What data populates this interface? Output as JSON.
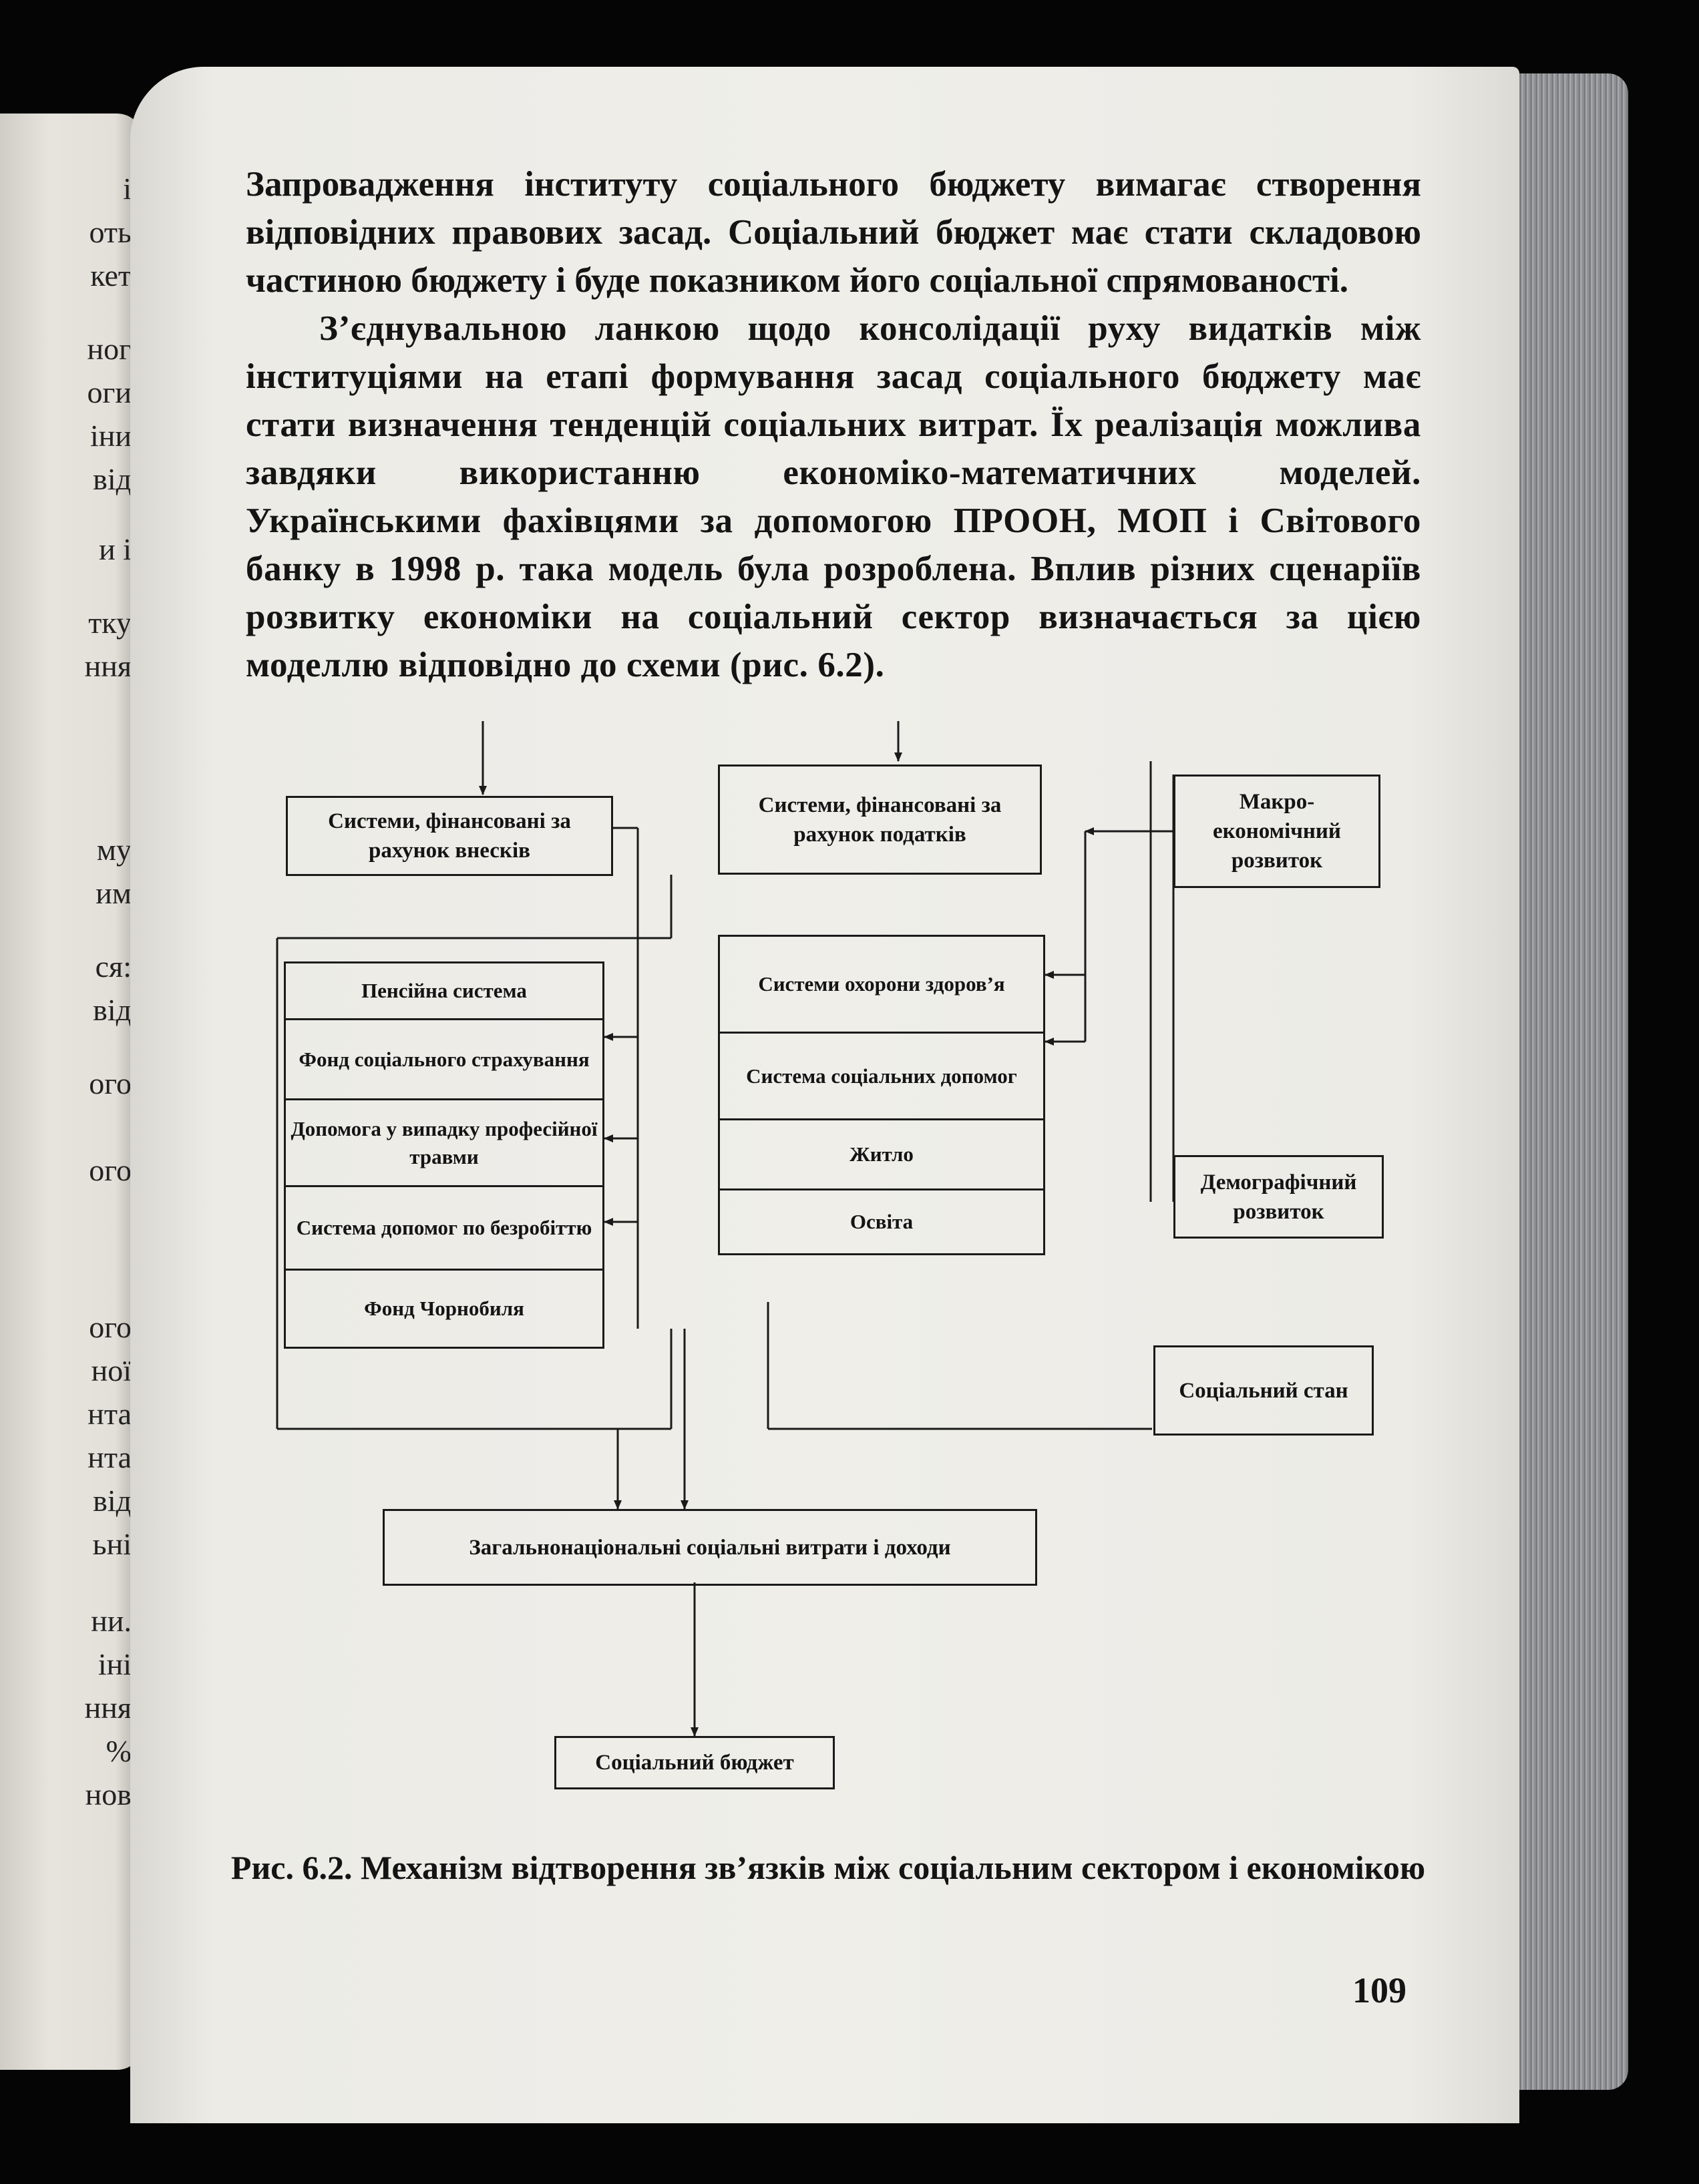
{
  "left_page_fragments": [
    "і",
    "оть",
    "кет",
    "ног",
    "оги",
    "іни",
    "від",
    "и і",
    "тку",
    "ння",
    "му",
    "им",
    "ся:",
    "від",
    "ого",
    "ого",
    "ого",
    "ної",
    "нта",
    "нта",
    "від",
    "ьні",
    "ни.",
    "іні",
    "ння",
    "%",
    "нов"
  ],
  "text": {
    "para1": "Запровадження інституту соціального бюджету вимагає створення відповідних правових засад. Соціальний бюджет має стати складовою частиною бюджету і буде показником його соціальної спрямованості.",
    "para2": "З’єднувальною ланкою щодо консолідації руху видатків між інституціями на етапі формування засад соціального бюджету має стати визначення тенденцій соціальних витрат. Їх реалізація можлива завдяки використанню економіко-математичних моделей. Українськими фахівцями за допомогою ПРООН, МОП і Світового банку в 1998 р. така модель була розроблена. Вплив різних сценаріїв розвитку економіки на соціальний сектор визначається за цією моделлю відповідно до схеми (рис. 6.2)."
  },
  "diagram": {
    "contrib_systems": "Системи, фінансовані за рахунок внесків",
    "tax_systems": "Системи, фінансовані за рахунок податків",
    "macro": "Макро-економічний розвиток",
    "demographic": "Демографічний розвиток",
    "social_state": "Соціальний стан",
    "left_stack": [
      "Пенсійна система",
      "Фонд соціального страхування",
      "Допомога у випадку професійної травми",
      "Система допомог по безробіттю",
      "Фонд Чорнобиля"
    ],
    "right_stack": [
      "Системи охорони здоров’я",
      "Система соціальних допомог",
      "Житло",
      "Освіта"
    ],
    "national": "Загальнонаціональні соціальні витрати і доходи",
    "social_budget": "Соціальний бюджет"
  },
  "caption": "Рис. 6.2. Механізм відтворення зв’язків між соціальним сектором і економікою",
  "page_number": "109"
}
